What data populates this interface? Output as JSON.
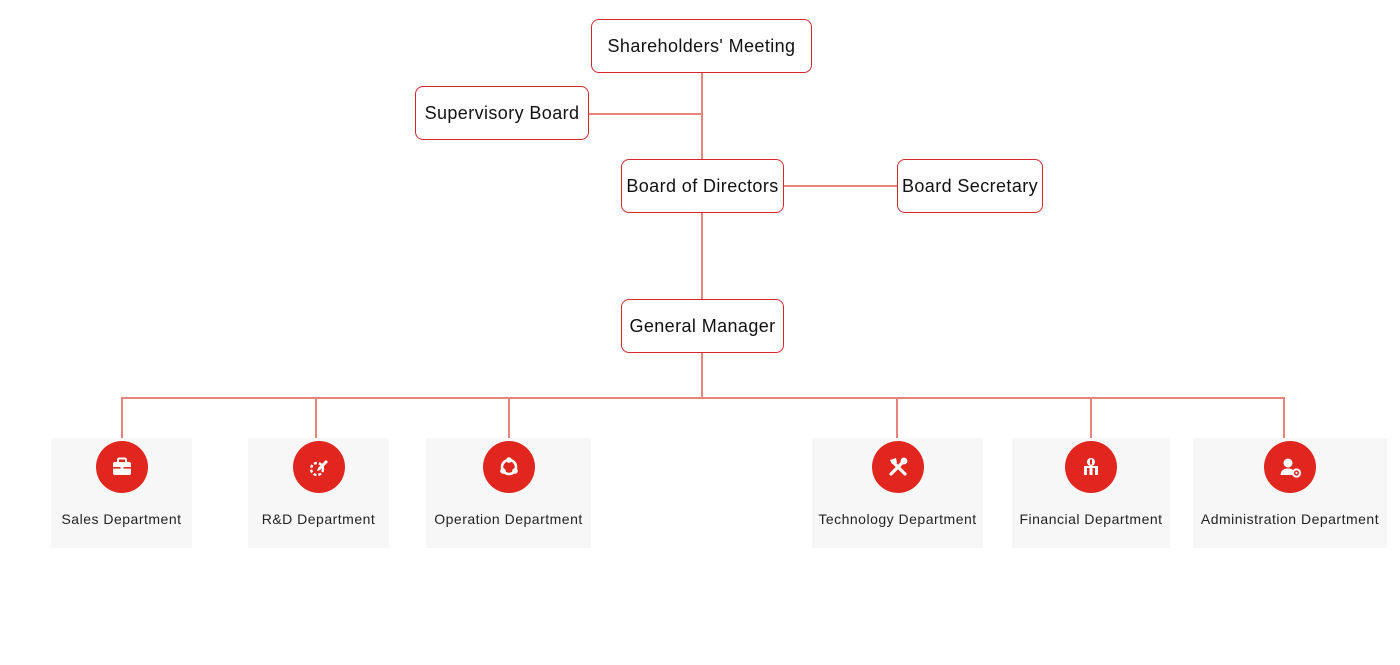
{
  "chart_nodes": {
    "shareholders": "Shareholders' Meeting",
    "supervisory": "Supervisory Board",
    "directors": "Board of Directors",
    "secretary": "Board Secretary",
    "manager": "General Manager"
  },
  "departments": [
    {
      "label": "Sales Department",
      "icon": "briefcase-icon"
    },
    {
      "label": "R&D Department",
      "icon": "pencil-gear-icon"
    },
    {
      "label": "Operation Department",
      "icon": "cycle-icon"
    },
    {
      "label": "Technology Department",
      "icon": "tools-icon"
    },
    {
      "label": "Financial Department",
      "icon": "money-bag-icon"
    },
    {
      "label": "Administration Department",
      "icon": "user-settings-icon"
    }
  ],
  "colors": {
    "accent": "#e0261f",
    "connector": "#e8837b",
    "box_border": "#d9262c",
    "dept_background": "#f7f7f7"
  }
}
